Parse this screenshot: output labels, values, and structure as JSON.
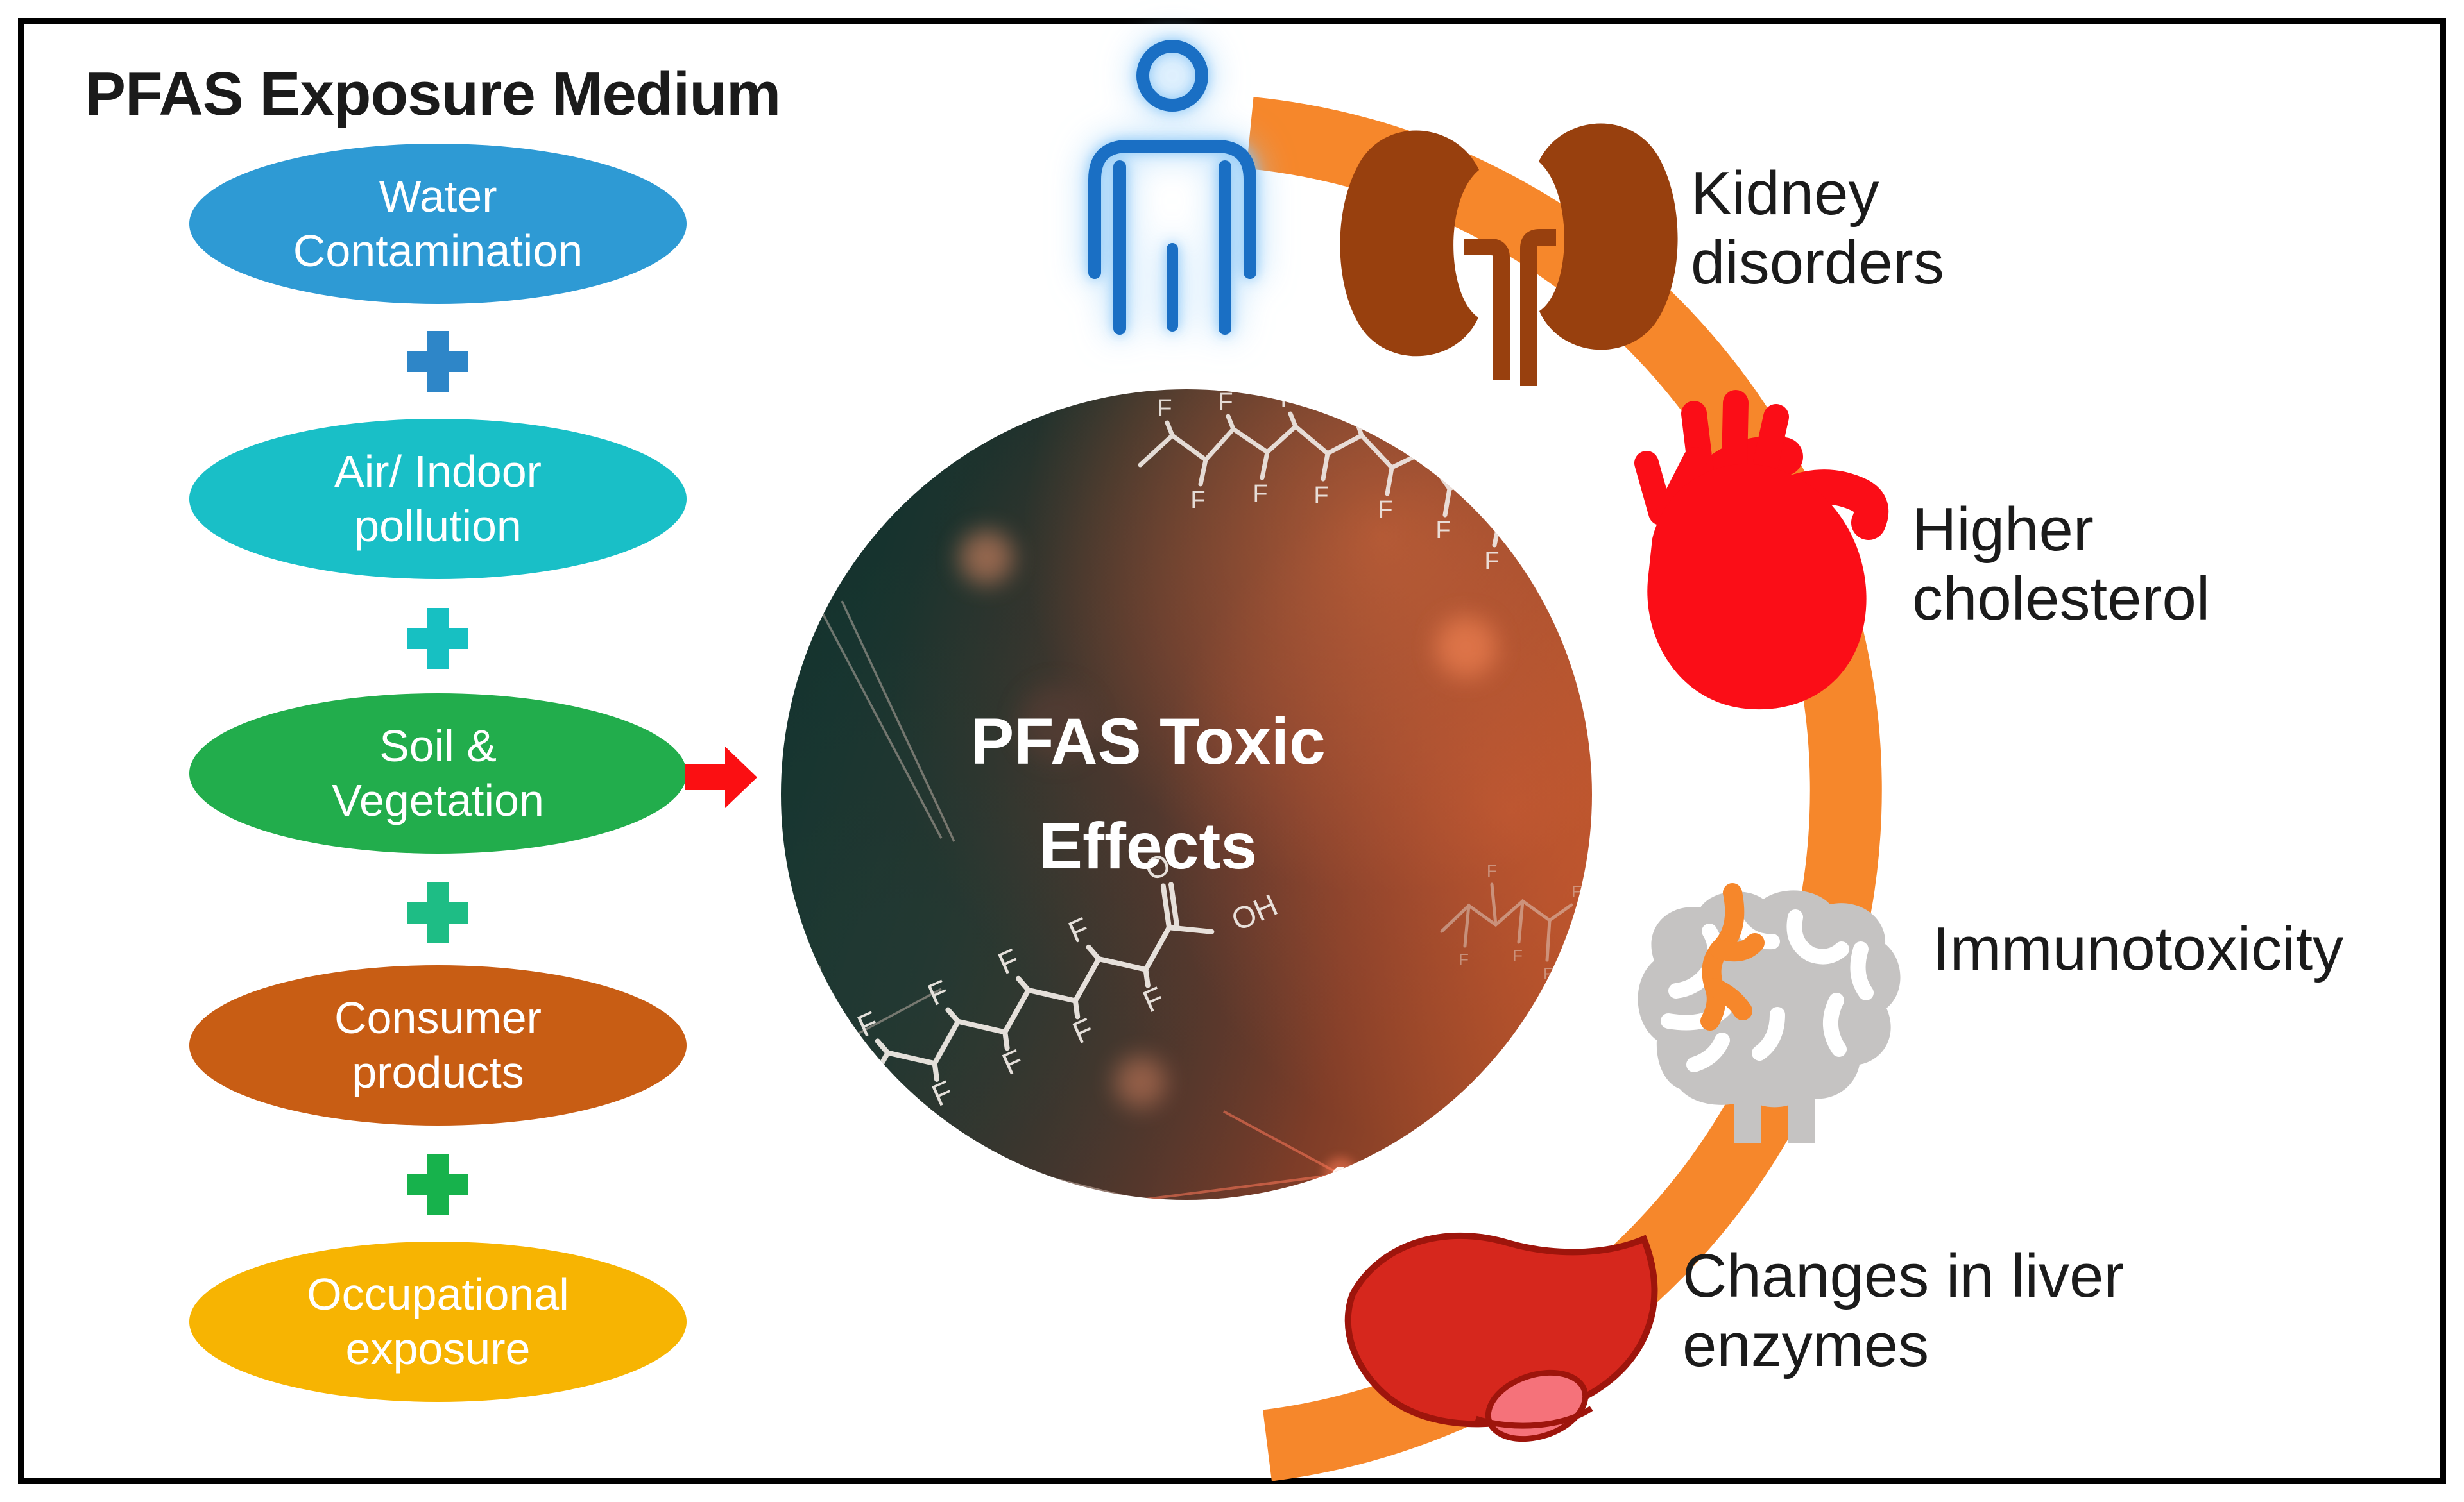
{
  "exposure": {
    "title": "PFAS Exposure Medium",
    "items": [
      {
        "line1": "Water",
        "line2": "Contamination",
        "color": "#2E9AD4"
      },
      {
        "line1": "Air/ Indoor",
        "line2": "pollution",
        "color": "#19BFC7"
      },
      {
        "line1": "Soil &",
        "line2": "Vegetation",
        "color": "#22AD4C"
      },
      {
        "line1": "Consumer",
        "line2": "products",
        "color": "#C85D14"
      },
      {
        "line1": "Occupational",
        "line2": "exposure",
        "color": "#F7B402"
      }
    ],
    "plus_colors": [
      "#2E86C8",
      "#17C0C2",
      "#1EBD85",
      "#17B24C"
    ]
  },
  "center_circle": {
    "line1": "PFAS Toxic",
    "line2": "Effects"
  },
  "effects": [
    {
      "icon": "kidneys-icon",
      "line1": "Kidney",
      "line2": "disorders"
    },
    {
      "icon": "heart-icon",
      "line1": "Higher",
      "line2": "cholesterol"
    },
    {
      "icon": "brain-icon",
      "line1": "Immunotoxicity",
      "line2": ""
    },
    {
      "icon": "liver-icon",
      "line1": "Changes in liver",
      "line2": "enzymes"
    }
  ],
  "chem": {
    "f": "F",
    "o": "O",
    "oh": "OH"
  },
  "colors": {
    "arc_orange": "#F6872B",
    "arrow_red": "#FB0F12",
    "kidney_brown": "#98400E",
    "heart_red": "#FB0D17",
    "brain_gray": "#C5C3C2",
    "liver_red": "#D6271D",
    "liver_outline": "#9E150C",
    "gallbladder_pink": "#F5727A",
    "person_blue": "#1A6FC4",
    "text_black": "#1B1B1B"
  }
}
